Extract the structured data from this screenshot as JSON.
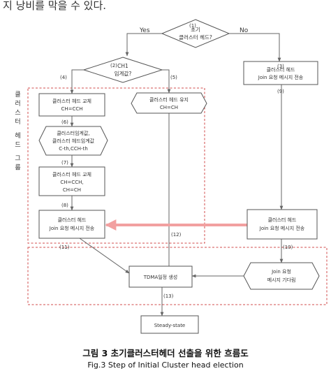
{
  "top_text": "지 낭비를 막을 수 있다.",
  "side_label": "클러스터 헤드 그룹",
  "steps": {
    "s1": "(1)",
    "s2": "(2)",
    "s3": "(3)",
    "s4": "(4)",
    "s5": "(5)",
    "s6": "(6)",
    "s7": "(7)",
    "s8": "(8)",
    "s9": "(9)",
    "s10": "(10)",
    "s11": "(11)",
    "s12": "(12)",
    "s13": "(13)"
  },
  "edges": {
    "yes": "Yes",
    "no": "No"
  },
  "nodes": {
    "d1": [
      "초기",
      "클러스터 헤드?"
    ],
    "d2": [
      "CH1",
      "임계값?"
    ],
    "n_join_top": [
      "클러스터 헤드",
      "Join 요청 메시지 전송"
    ],
    "n_replace1": [
      "클러스터 헤드 교체",
      "CH=CCH"
    ],
    "n_keep": [
      "클러스터 헤드 유지",
      "CH=CH"
    ],
    "n_threshold": [
      "클러스터임계값,",
      "클러스터 헤드임계값",
      "C-th,CCH-th"
    ],
    "n_replace2": [
      "클러스터 헤드 교체",
      "CH=CCH,",
      "CH=CH"
    ],
    "n_join_left": [
      "클러스터 헤드",
      "Join 요청 메시지 전송"
    ],
    "n_join_right": [
      "클러스터 헤드",
      "Join 요청 메시지 전송"
    ],
    "n_tdma": [
      "TDMA일정 생성"
    ],
    "n_wait": [
      "Join 요청",
      "메시지 기다림"
    ],
    "n_steady": [
      "Steady-state"
    ]
  },
  "caption": {
    "ko": "그림 3 초기클러스터헤더 선출을 위한 흐름도",
    "en": "Fig.3  Step of Initial Cluster head election"
  },
  "colors": {
    "region": "#d24b4b",
    "highlight_arrow": "#f2a0a0",
    "line": "#555555"
  }
}
